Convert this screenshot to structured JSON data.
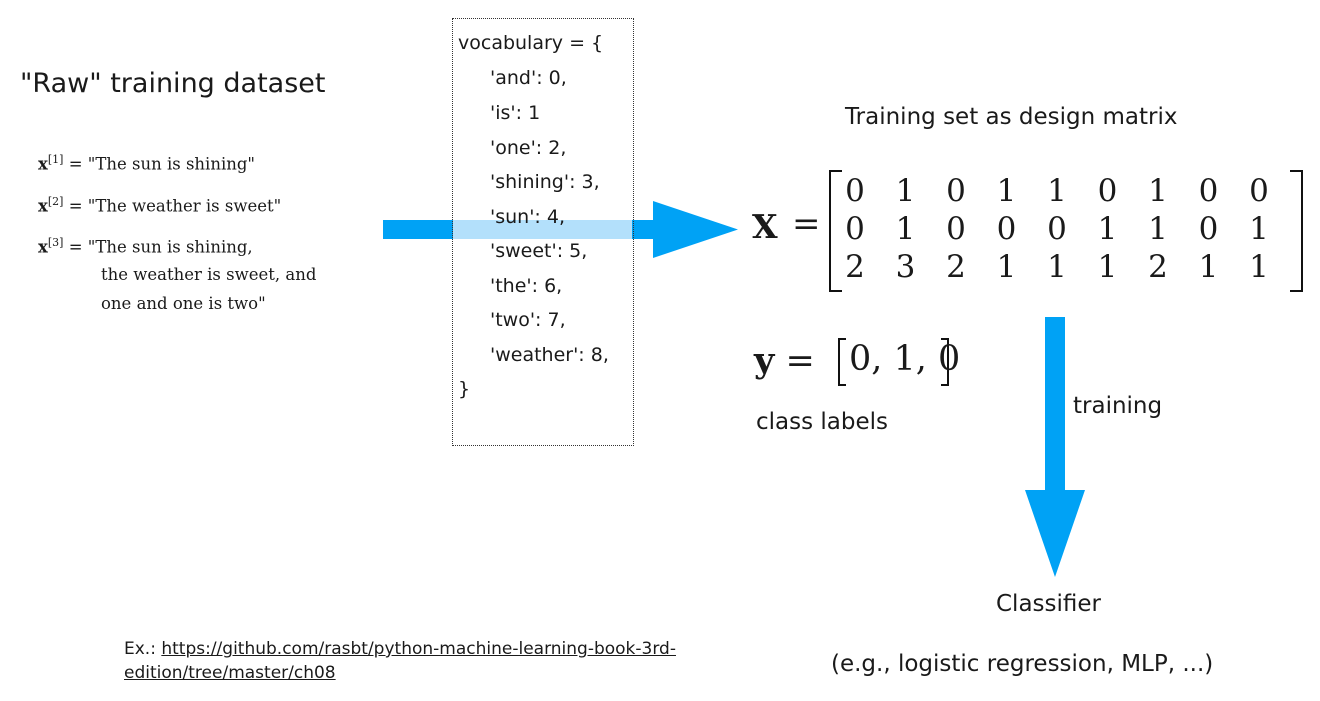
{
  "raw_dataset": {
    "title": "\"Raw\" training dataset",
    "samples": [
      {
        "symbol": "x",
        "index": "[1]",
        "equals": "=",
        "lines": [
          "\"The sun is shining\""
        ]
      },
      {
        "symbol": "x",
        "index": "[2]",
        "equals": "=",
        "lines": [
          "\"The weather is sweet\""
        ]
      },
      {
        "symbol": "x",
        "index": "[3]",
        "equals": "=",
        "lines": [
          "\"The sun is shining,",
          "the weather is sweet, and",
          "one and one is two\""
        ]
      }
    ]
  },
  "vocabulary": {
    "header": "vocabulary = {",
    "items": [
      "'and': 0,",
      "'is': 1",
      "'one': 2,",
      "'shining': 3,",
      "'sun': 4,",
      "'sweet': 5,",
      "'the': 6,",
      "'two': 7,",
      "'weather': 8,"
    ],
    "footer": "}"
  },
  "design_matrix": {
    "title": "Training set as design matrix",
    "symbol": "X",
    "equals": "=",
    "rows": [
      [
        "0",
        "1",
        "0",
        "1",
        "1",
        "0",
        "1",
        "0",
        "0"
      ],
      [
        "0",
        "1",
        "0",
        "0",
        "0",
        "1",
        "1",
        "0",
        "1"
      ],
      [
        "2",
        "3",
        "2",
        "1",
        "1",
        "1",
        "2",
        "1",
        "1"
      ]
    ]
  },
  "labels": {
    "symbol": "y",
    "equals": "=",
    "values": "0, 1, 0",
    "caption": "class labels"
  },
  "training": {
    "label": "training"
  },
  "classifier": {
    "title": "Classifier",
    "subtitle": "(e.g., logistic regression, MLP, ...)"
  },
  "footnote": {
    "prefix": "Ex.: ",
    "link_line1": "https://github.com/rasbt/python-machine-learning-book-3rd-",
    "link_line2": "edition/tree/master/ch08"
  },
  "colors": {
    "arrow": "#00a2f5",
    "arrow_overlap": "#b3e0fb"
  }
}
